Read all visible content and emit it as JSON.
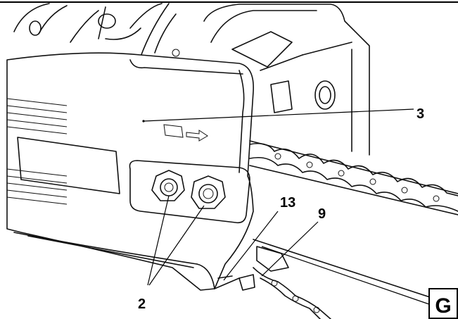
{
  "figure": {
    "labels": {
      "sprocket_cover": "3",
      "bar_nuts": "2",
      "chain_tensioner": "13",
      "chain_catcher": "9"
    },
    "figure_letter": "G"
  }
}
